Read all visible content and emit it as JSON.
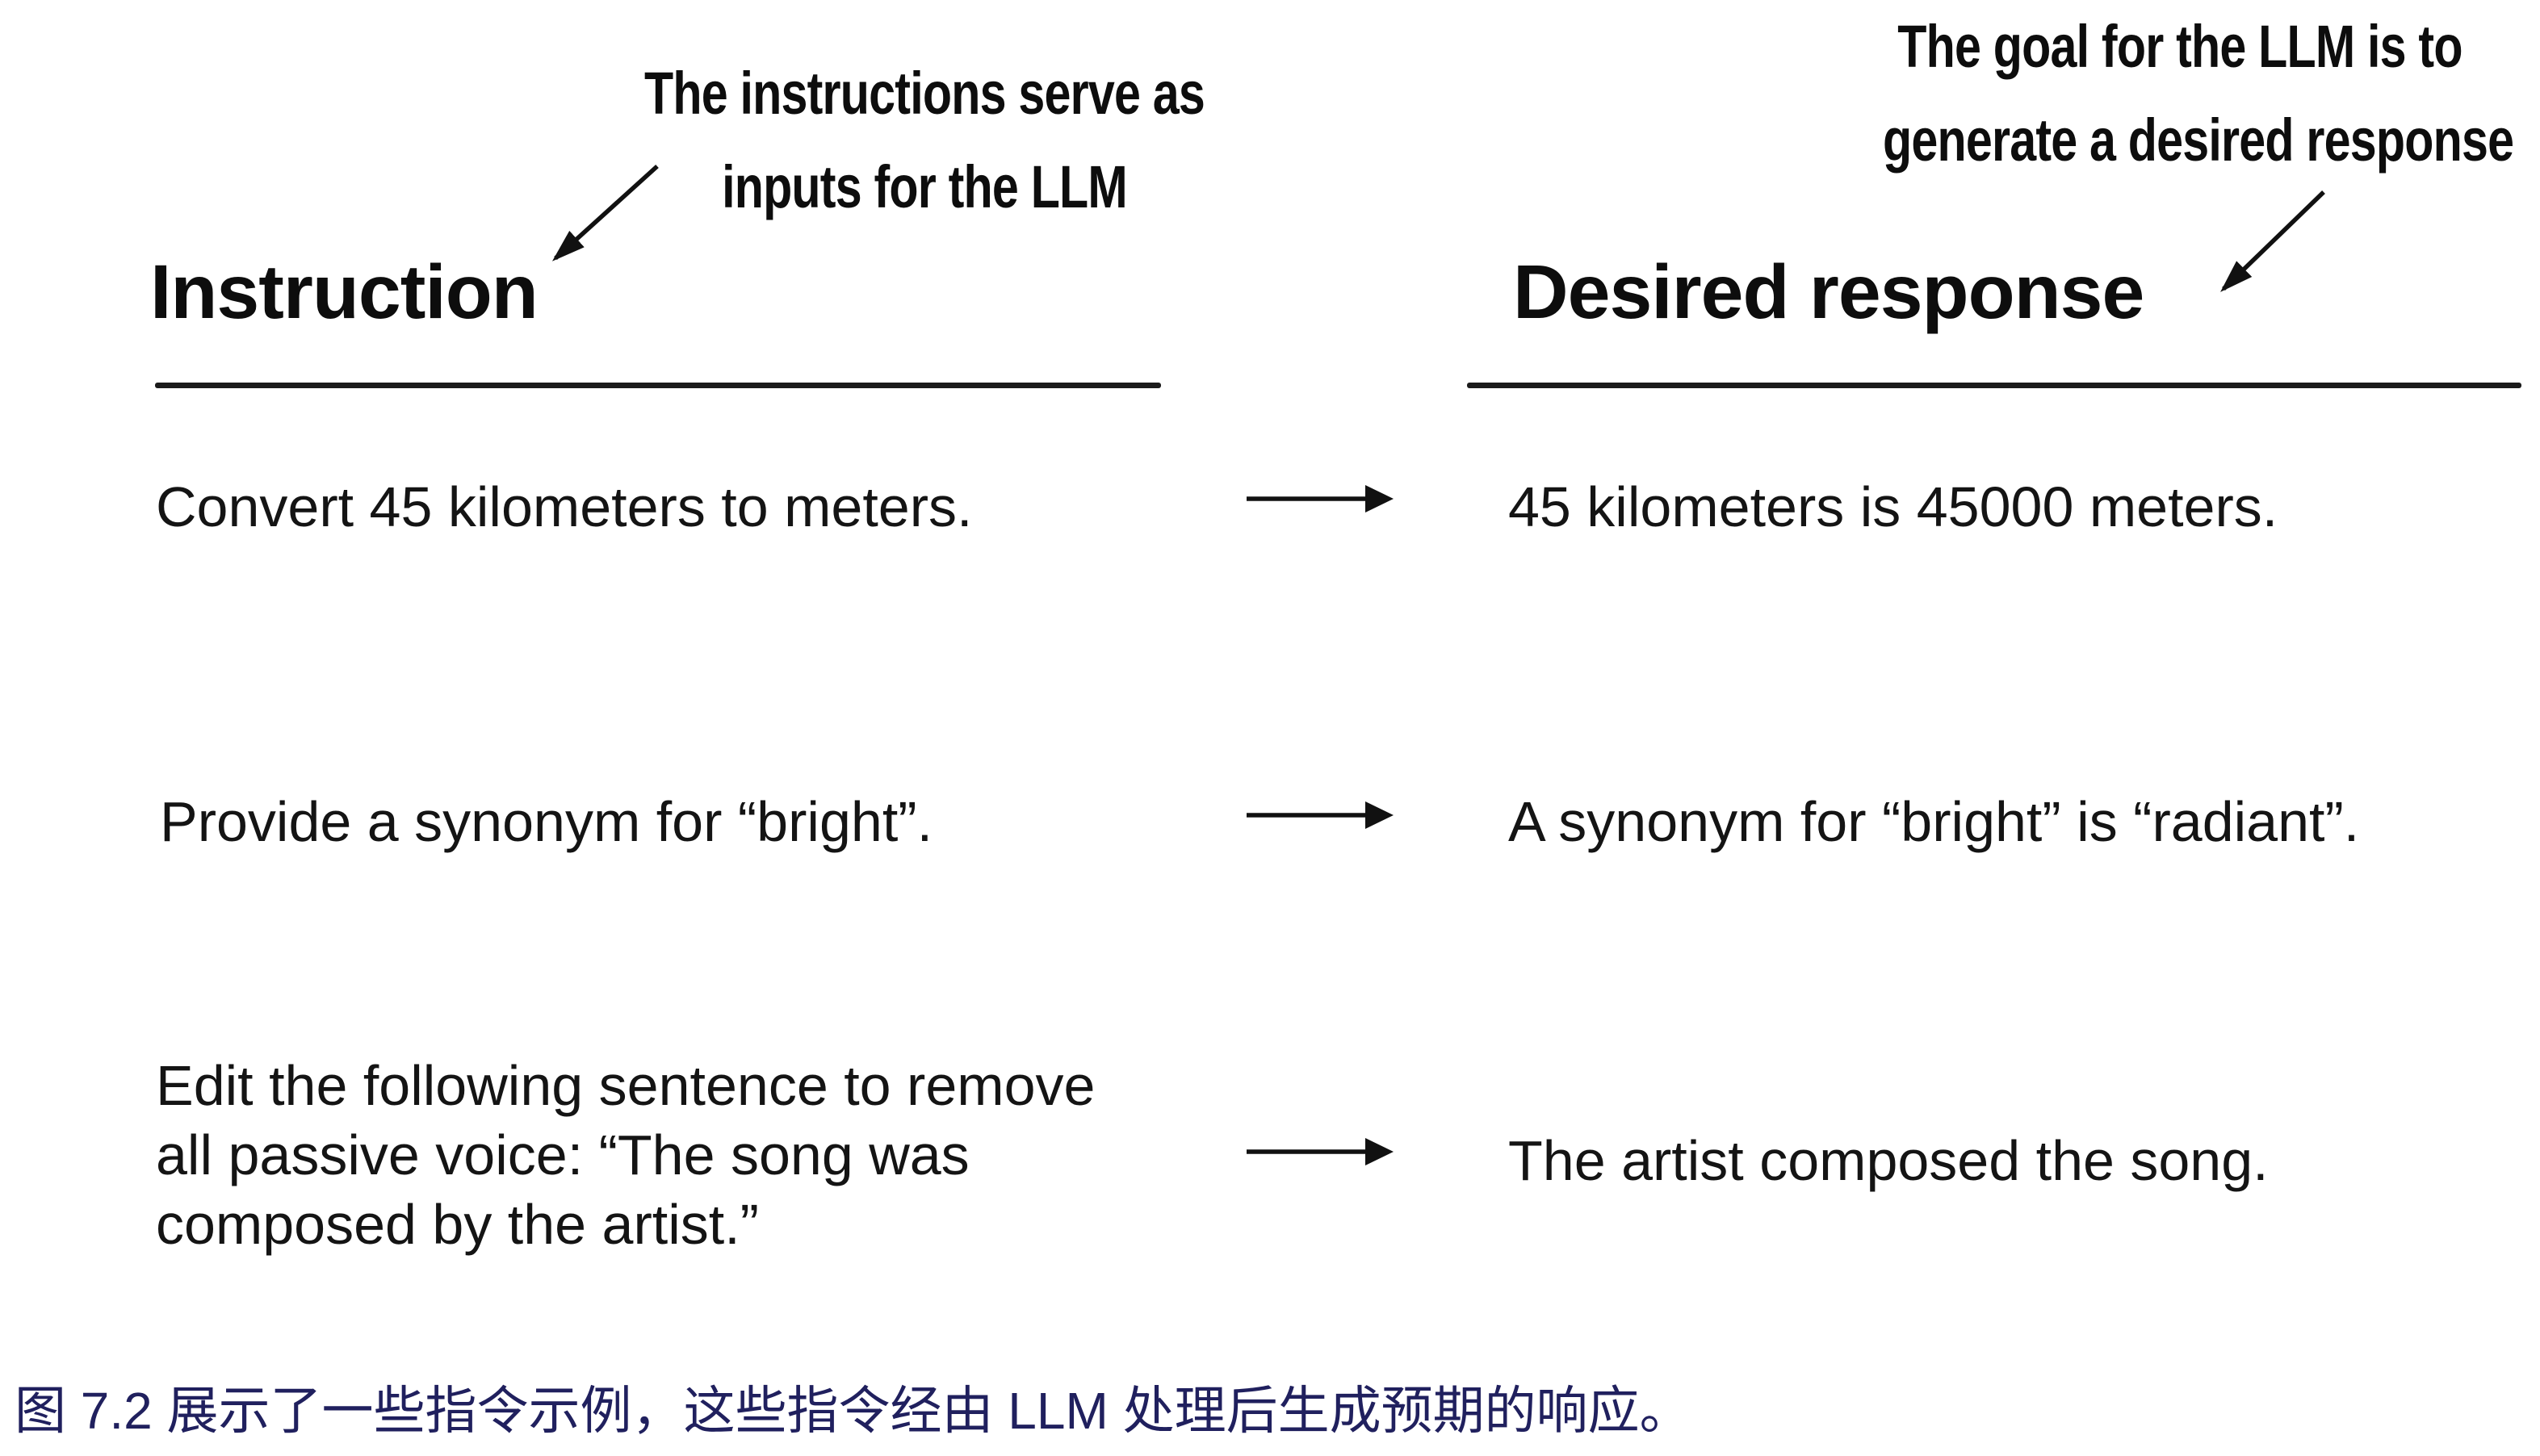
{
  "page": {
    "background": "#ffffff",
    "figure_text_color": "#0d0d0d",
    "rule_color": "#1b1b1b",
    "arrow_color": "#111111"
  },
  "annotations": {
    "instruction_note": {
      "line1": "The instructions serve as",
      "line2": "inputs for the LLM"
    },
    "response_note": {
      "line1": "The goal for the LLM is to",
      "line2": "generate a desired response"
    }
  },
  "table": {
    "left_heading": "Instruction",
    "right_heading": "Desired response",
    "rows": [
      {
        "instruction": "Convert 45 kilometers to meters.",
        "response": "45 kilometers is 45000 meters."
      },
      {
        "instruction": "Provide a synonym for “bright”.",
        "response": "A synonym for “bright” is “radiant”."
      },
      {
        "instruction": "Edit the following sentence to remove all passive voice: “The song was composed by the artist.”",
        "response": "The artist composed the song."
      }
    ]
  },
  "caption": {
    "text": "图 7.2 展示了一些指令示例，这些指令经由 LLM 处理后生成预期的响应。",
    "color": "#20205e"
  }
}
